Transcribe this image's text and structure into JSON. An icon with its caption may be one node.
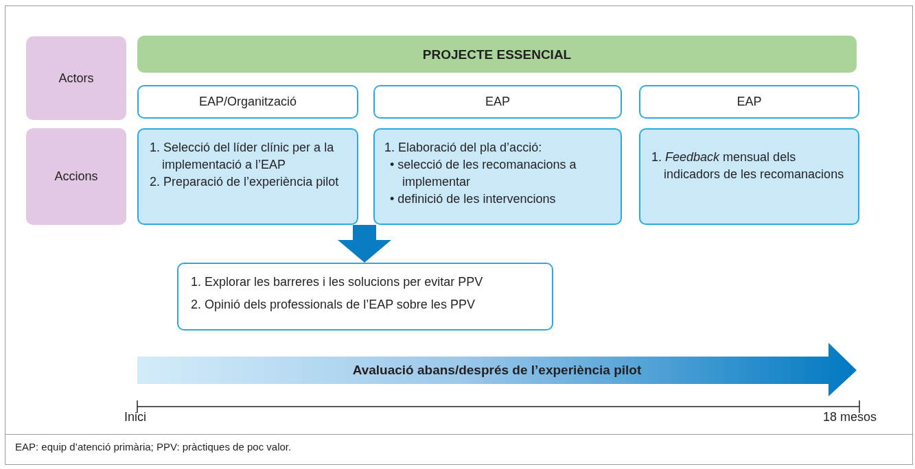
{
  "diagram": {
    "nodes": [
      {
        "text": [
          "Actors"
        ]
      },
      {
        "text": [
          "PROJECTE ESSENCIAL"
        ]
      },
      {
        "text": [
          "EAP/Organització"
        ]
      },
      {
        "text": [
          "EAP"
        ]
      },
      {
        "text": [
          "EAP"
        ]
      },
      {
        "text": [
          "Accions"
        ]
      },
      {
        "text": [
          "1. Selecció del líder clínic per a la implementació a l’EAP",
          "2. Preparació de l’experiència pilot"
        ]
      },
      {
        "text": [
          "1. Elaboració del pla d’acció:",
          "• selecció de les recomanacions a implementar",
          "• definició de les intervencions"
        ]
      },
      {
        "text": [
          "1. *Feedback* mensual dels indicadors de les recomanacions"
        ]
      },
      {
        "text": [
          "1. Explorar les barreres i les solucions per evitar PPV",
          "2. Opinió dels professionals de l’EAP sobre les PPV"
        ]
      },
      {
        "text": [
          "Avaluació abans/després de l’experiència pilot"
        ]
      }
    ],
    "edges": [
      {
        "from": 6,
        "to": 9,
        "arrow": "to",
        "style": "thick"
      }
    ],
    "labels": [
      "Inici",
      "18 mesos",
      "EAP: equip d’atenció primària; PPV: pràctiques de poc valor."
    ]
  }
}
